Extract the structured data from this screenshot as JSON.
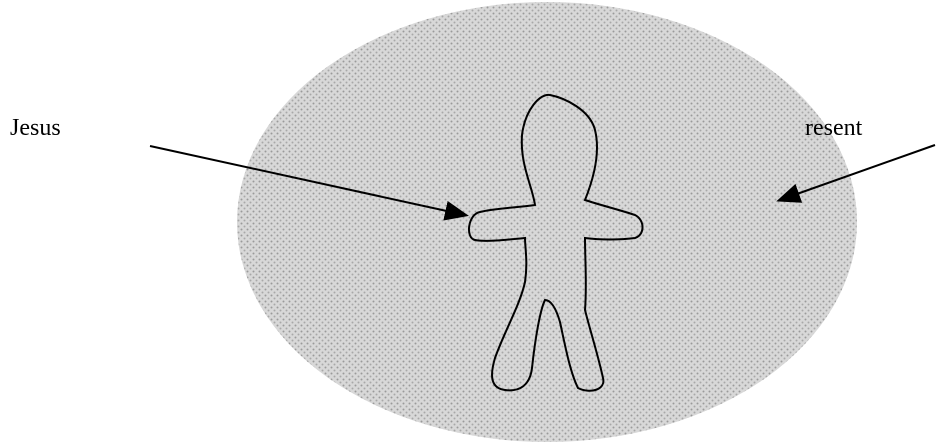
{
  "labels": {
    "left": "Jesus",
    "right_partial": "resent"
  },
  "colors": {
    "field_fill": "#c8c8c8",
    "field_dot": "#9a9a9a",
    "figure_stroke": "#000000",
    "figure_fill": "#ffffff",
    "arrow": "#000000"
  },
  "shapes": {
    "background_field": "ellipse",
    "center_figure": "person-outline",
    "arrows": [
      "jesus-to-figure",
      "right-to-field"
    ]
  }
}
